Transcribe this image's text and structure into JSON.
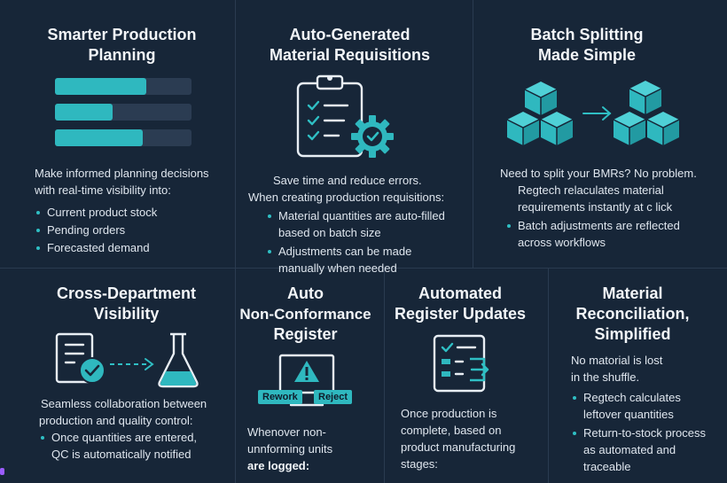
{
  "cards": {
    "planning": {
      "title_lines": [
        "Smarter Production",
        "Planning"
      ],
      "intro_lines": [
        "Make informed planning decisions",
        "with real-time visibility into:"
      ],
      "bullets": [
        "Current product stock",
        "Pending orders",
        "Forecasted demand"
      ],
      "bar_progress": [
        0.67,
        0.42,
        0.64
      ]
    },
    "requisitions": {
      "title_lines": [
        "Auto-Generated",
        "Material Requisitions"
      ],
      "intro_lines": [
        "Save time and reduce errors.",
        "When creating production requisitions:"
      ],
      "bullets": [
        [
          "Material quantities are auto-filled",
          "based on batch size"
        ],
        [
          "Adjustments can be made",
          "manually when needed"
        ]
      ]
    },
    "batch": {
      "title_lines": [
        "Batch Splitting",
        "Made Simple"
      ],
      "intro_lines": [
        "Need to split your BMRs? No problem.",
        "Regtech relaculates material",
        "requirements instantly at c lick"
      ],
      "bullets": [
        [
          "Batch adjustments are reflected",
          "across workflows"
        ]
      ]
    },
    "cross": {
      "title_lines": [
        "Cross-Department",
        "Visibility"
      ],
      "intro_lines": [
        "Seamless collaboration between",
        "production and quality control:"
      ],
      "bullets": [
        [
          "Once quantities are entered,",
          "QC is automatically notified"
        ]
      ]
    },
    "ncr": {
      "title_lines": [
        "Auto",
        "Non-Conformance",
        "Register"
      ],
      "tags": [
        "Rework",
        "Reject"
      ],
      "body_lines": [
        "Whenover non-",
        "unnforming units"
      ],
      "body_bold": "are logged:"
    },
    "register": {
      "title_lines": [
        "Automated",
        "Register Updates"
      ],
      "body_lines": [
        "Once production is",
        "complete, based on",
        "product manufacturing",
        "stages:"
      ]
    },
    "reconciliation": {
      "title_lines": [
        "Material",
        "Reconciliation,",
        "Simplified"
      ],
      "intro_lines": [
        "No matorial is lost",
        "in the shuffle."
      ],
      "bullets": [
        [
          "Regtech calculates",
          "leftover quantities"
        ],
        [
          "Return-to-stock process",
          "as automated and",
          "traceable"
        ]
      ]
    }
  },
  "colors": {
    "background": "#172638",
    "accent": "#2fb8bf",
    "text": "#dfe6ee"
  },
  "icons": [
    "progress-bars-icon",
    "clipboard-gear-icon",
    "batch-split-cubes-icon",
    "document-to-flask-icon",
    "warning-monitor-icon",
    "register-update-icon"
  ]
}
